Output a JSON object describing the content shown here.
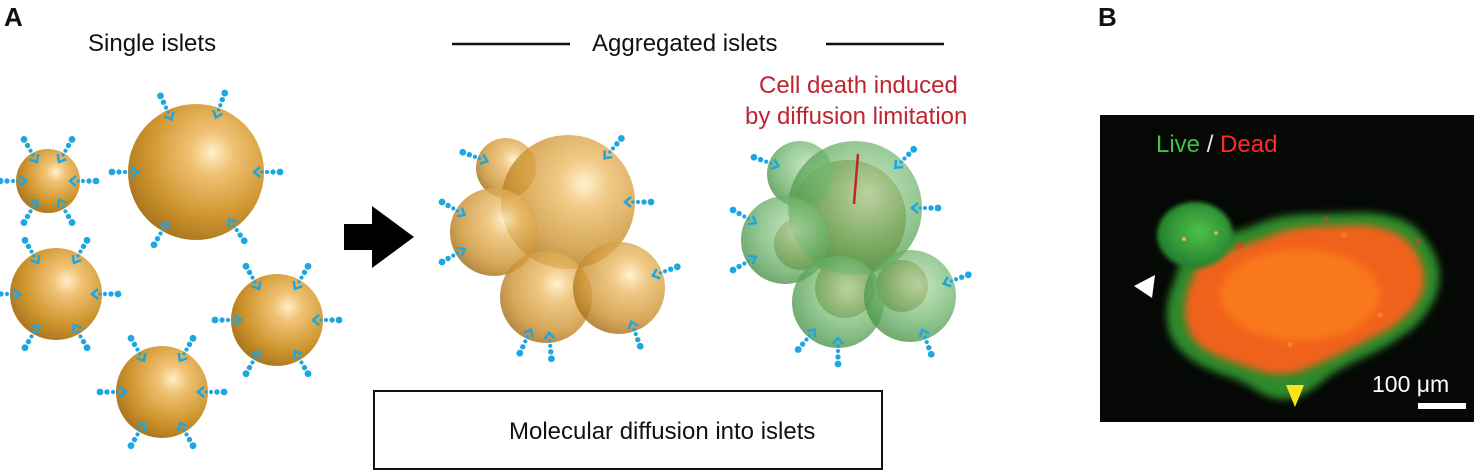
{
  "panel_a": {
    "letter": "A",
    "single_title": "Single islets",
    "aggregated_title": "Aggregated islets",
    "cell_death_line1": "Cell death induced",
    "cell_death_line2": "by diffusion limitation",
    "legend_label": "Molecular diffusion into islets"
  },
  "panel_b": {
    "letter": "B",
    "live_label": "Live",
    "slash": "/",
    "dead_label": "Dead",
    "scale_label": "100 μm"
  },
  "colors": {
    "islet_gold": "#c88f2e",
    "arrow_blue": "#1ea6e0",
    "live_green": "#3fc046",
    "dead_red": "#ff2a2a",
    "annotation_red": "#c0252f"
  }
}
